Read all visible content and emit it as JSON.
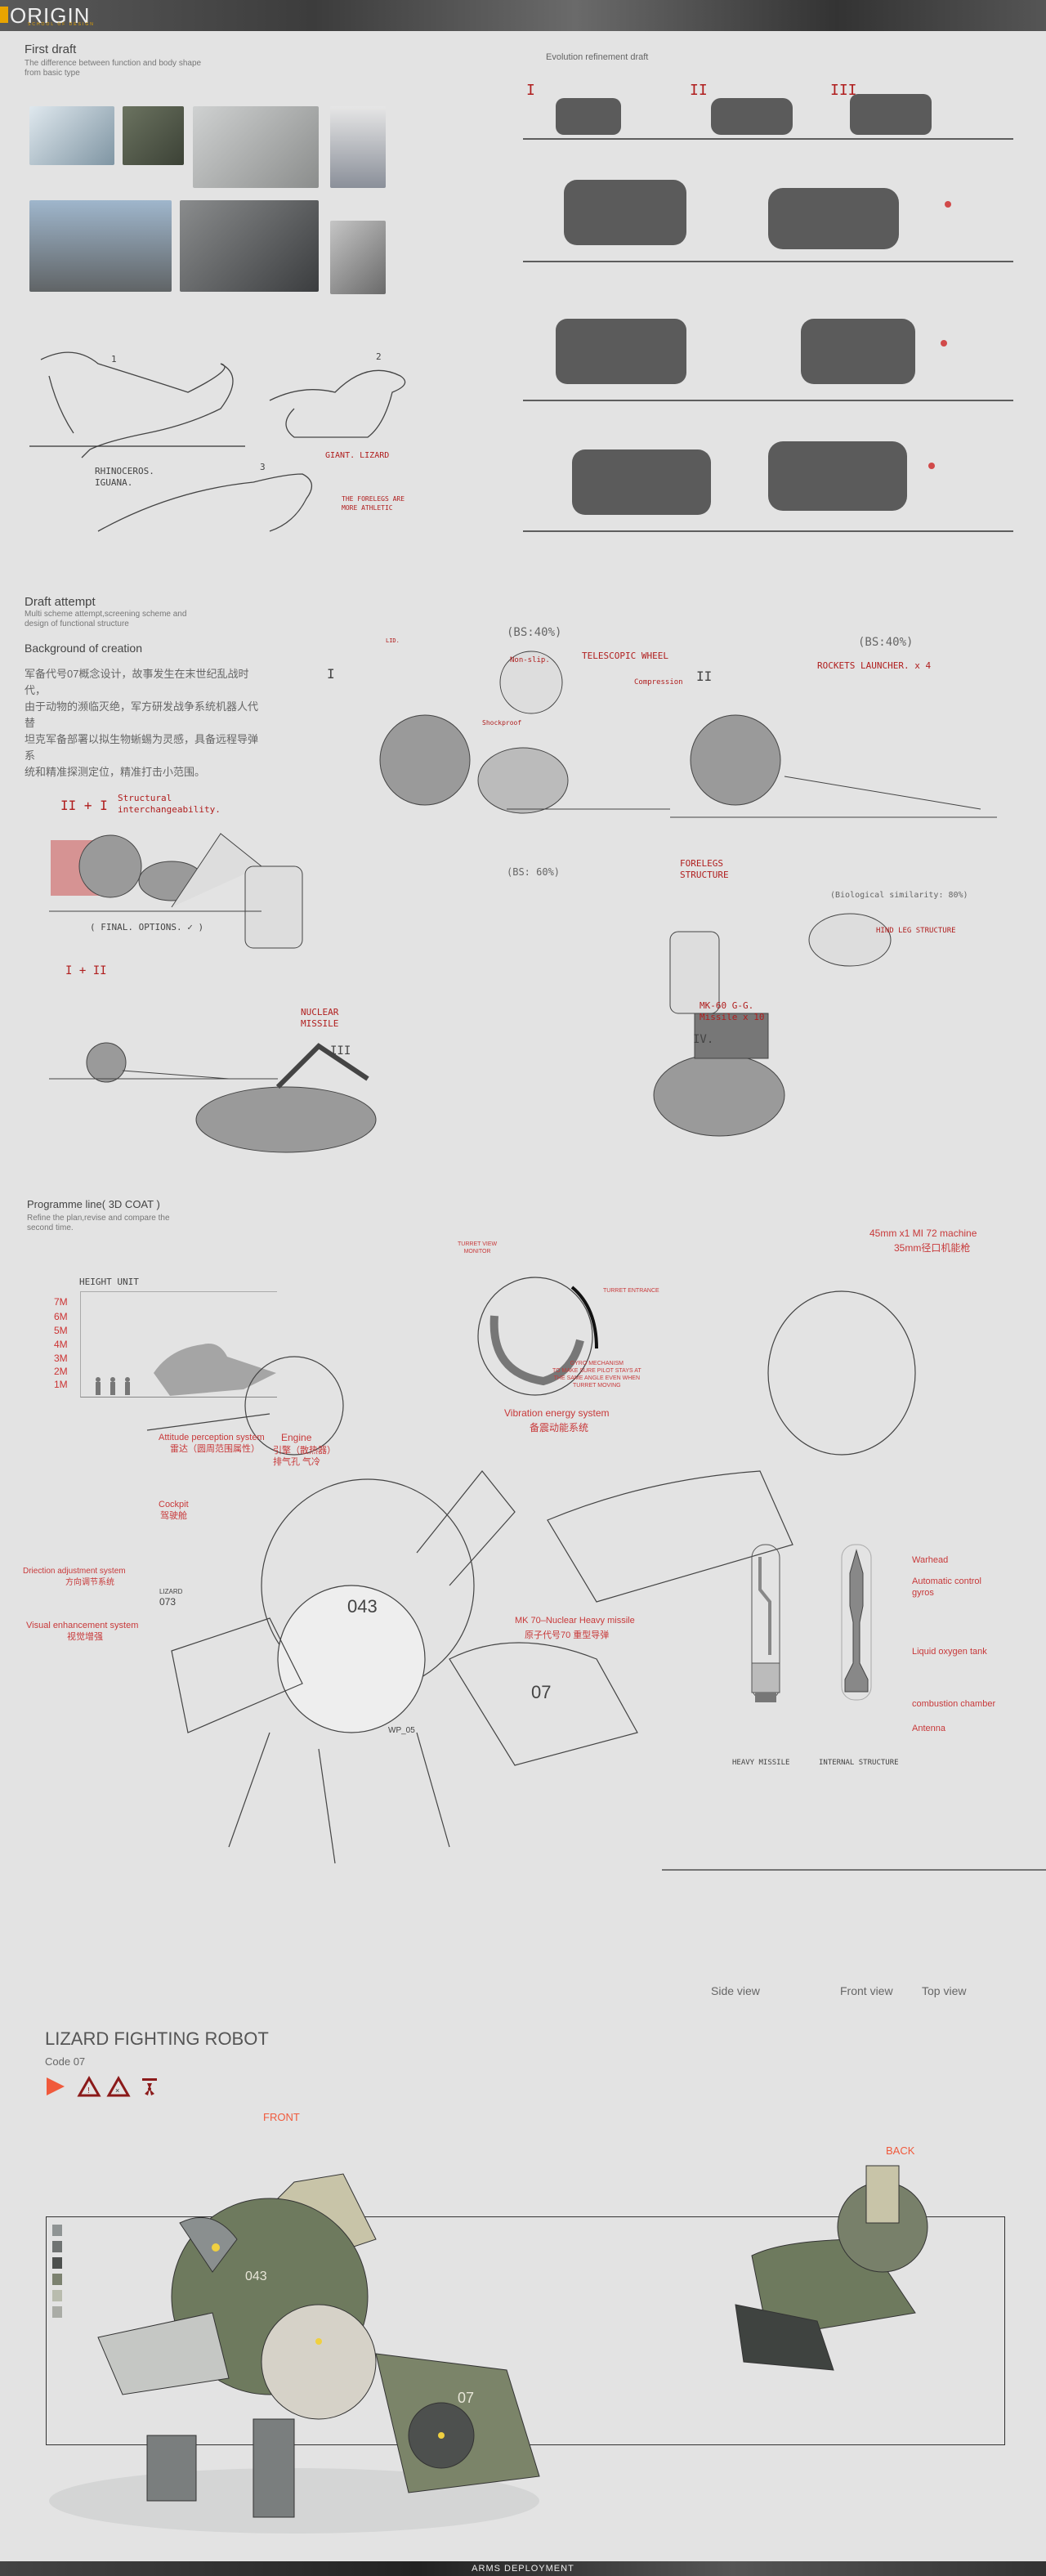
{
  "header": {
    "logo": "ORIGIN",
    "logo_sub": "SCHOOL OF DESIGN",
    "brand_color": "#e8a400"
  },
  "first_draft": {
    "title": "First draft",
    "subtitle_1": "The difference between function and body shape",
    "subtitle_2": "from basic type"
  },
  "lizards": {
    "n1": "1",
    "n2": "2",
    "n3": "3",
    "label_1a": "RHINOCEROS.",
    "label_1b": "IGUANA.",
    "label_2": "GIANT. LIZARD",
    "note_3a": "THE FORELEGS ARE",
    "note_3b": "MORE ATHLETIC"
  },
  "evolution": {
    "title": "Evolution refinement draft",
    "marks": [
      "I",
      "II",
      "III"
    ]
  },
  "draft_attempt": {
    "title": "Draft attempt",
    "subtitle_1": "Multi scheme attempt,screening scheme and",
    "subtitle_2": "design of functional structure",
    "bg_title": "Background of creation",
    "bg_lines": [
      "军备代号07概念设计，故事发生在末世纪乱战时代，",
      "由于动物的濒临灭绝，军方研发战争系统机器人代替",
      "坦克军备部署以拟生物蜥蜴为灵感，具备远程导弹系",
      "统和精准探测定位，精准打击小范围。"
    ]
  },
  "sketch_notes": {
    "combo": "II + I",
    "structural_1": "Structural",
    "structural_2": "interchangeability.",
    "final": "( FINAL. OPTIONS. ✓ )",
    "i_plus_ii": "I + II",
    "i": "I",
    "bs40_a": "(BS:40%)",
    "lid": "LID.",
    "nonslip": "Non-slip.",
    "shockproof": "Shockproof",
    "wheel": "TELESCOPIC WHEEL",
    "compression": "Compression",
    "ii": "II",
    "bs40_b": "(BS:40%)",
    "rockets": "ROCKETS LAUNCHER. x 4",
    "bs60": "(BS: 60%)",
    "nuclear_1": "NUCLEAR",
    "nuclear_2": "MISSILE",
    "iii": "III",
    "forelegs_1": "FORELEGS",
    "forelegs_2": "STRUCTURE",
    "bio": "(Biological similarity: 80%)",
    "hind": "HIND LEG STRUCTURE",
    "mk60_1": "MK-60 G-G.",
    "mk60_2": "Missile x 10",
    "iv": "IV."
  },
  "programme": {
    "title": "Programme line( 3D COAT )",
    "subtitle_1": "Refine the plan,revise and compare the",
    "subtitle_2": "second time."
  },
  "height_chart": {
    "title": "HEIGHT UNIT",
    "ticks": [
      "7M",
      "6M",
      "5M",
      "4M",
      "3M",
      "2M",
      "1M"
    ]
  },
  "turret": {
    "monitor_1": "TURRET VIEW",
    "monitor_2": "MONITOR",
    "entrance": "TURRET ENTRANCE",
    "gyro_1": "GYRO MECHANISM",
    "gyro_2": "TO MAKE SURE PILOT STAYS AT",
    "gyro_3": "THE SAME ANGLE EVEN WHEN",
    "gyro_4": "TURRET MOVING"
  },
  "callouts": {
    "machine_en": "45mm x1 MI 72 machine",
    "machine_cn": "35mm径口机能枪",
    "vibration_en": "Vibration energy system",
    "vibration_cn": "备震动能系统",
    "attitude_en": "Attitude perception system",
    "attitude_cn": "雷达（圆周范围属性）",
    "engine_en": "Engine",
    "engine_cn_1": "引擎（散热器）",
    "engine_cn_2": "排气孔 气冷",
    "cockpit_en": "Cockpit",
    "cockpit_cn": "驾驶舱",
    "direction_en": "Driection adjustment system",
    "direction_cn": "方向调节系统",
    "visual_en": "Visual enhancement system",
    "visual_cn": "视觉增强",
    "mk70_en": "MK 70–Nuclear Heavy missile",
    "mk70_cn": "原子代号70 重型导弹"
  },
  "robot_markings": {
    "number": "043",
    "lizard": "LIZARD",
    "code": "073",
    "side": "07",
    "wp": "WP_05"
  },
  "missile": {
    "warhead": "Warhead",
    "gyros_1": "Automatic control",
    "gyros_2": "gyros",
    "tank": "Liquid oxygen tank",
    "chamber": "combustion chamber",
    "antenna": "Antenna",
    "heavy": "HEAVY MISSILE",
    "internal": "INTERNAL STRUCTURE"
  },
  "views": {
    "side": "Side view",
    "front": "Front view",
    "top": "Top view"
  },
  "final": {
    "title": "LIZARD FIGHTING ROBOT",
    "code": "Code 07",
    "front": "FRONT",
    "back": "BACK",
    "accent": "#f05a3c",
    "icons": [
      "play-icon",
      "warning-icon",
      "no-entry-warning-icon",
      "radiation-icon"
    ],
    "palette": [
      "#8f9494",
      "#6f7372",
      "#4d504e",
      "#7c8270",
      "#b9bcae",
      "#aaaca6"
    ],
    "body_color": "#6e7a5e"
  },
  "footer": {
    "label": "ARMS DEPLOYMENT"
  }
}
